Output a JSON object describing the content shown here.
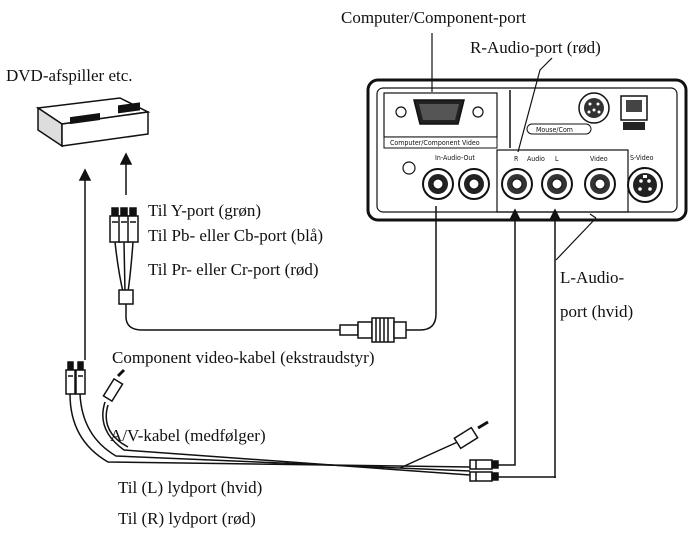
{
  "labels": {
    "computer_component_port": "Computer/Component-port",
    "r_audio_port": "R-Audio-port (rød)",
    "dvd_player": "DVD-afspiller etc.",
    "til_y_port": "Til Y-port (grøn)",
    "til_pb_port": "Til Pb- eller Cb-port (blå)",
    "til_pr_port": "Til Pr- eller Cr-port (rød)",
    "l_audio_port_1": "L-Audio-",
    "l_audio_port_2": "port (hvid)",
    "component_video_cable": "Component video-kabel (ekstraudstyr)",
    "av_cable": "A/V-kabel (medfølger)",
    "til_l_lydport": "Til (L) lydport (hvid)",
    "til_r_lydport": "Til (R) lydport (rød)"
  },
  "panel_text": {
    "computer_component_video": "Computer/Component Video",
    "in_audio_out": "In-Audio-Out",
    "r": "R",
    "audio": "Audio",
    "l": "L",
    "video": "Video",
    "s_video": "S-Video",
    "mouse_com": "Mouse/Com"
  }
}
